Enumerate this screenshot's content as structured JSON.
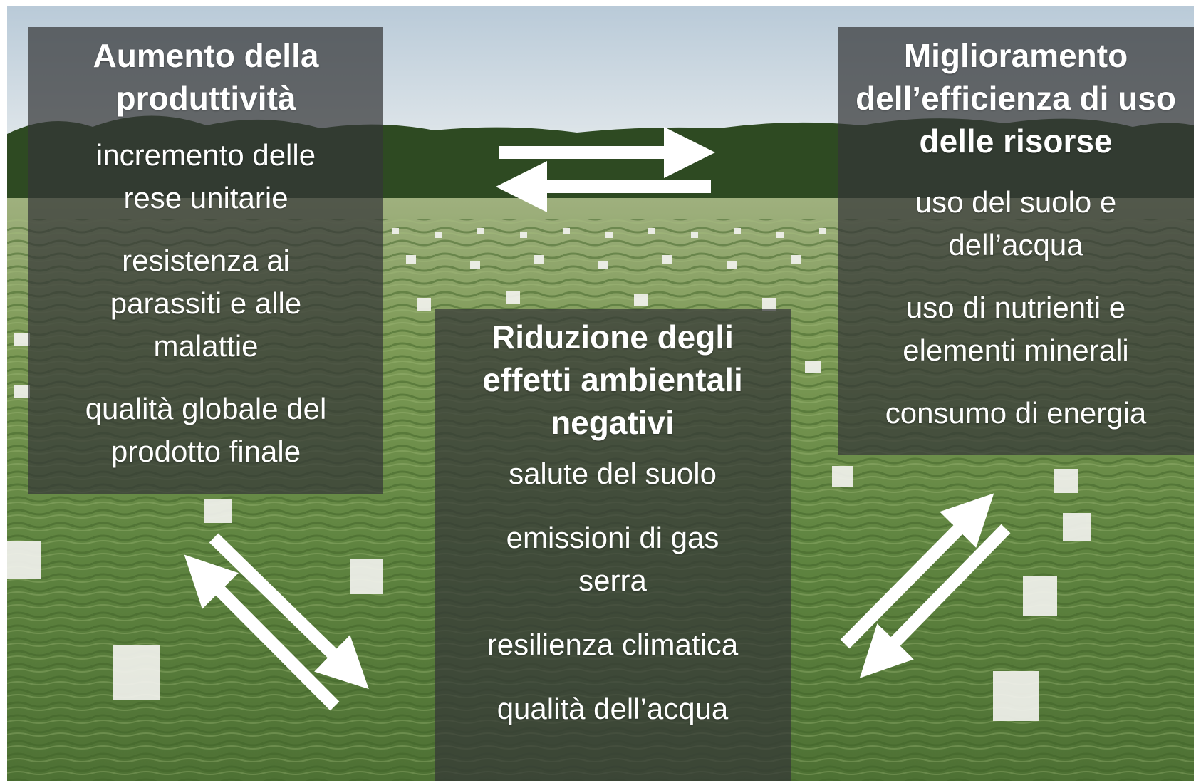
{
  "panels": {
    "productivity": {
      "title": "Aumento della produttività",
      "items": [
        "incremento delle rese unitarie",
        "resistenza ai parassiti e alle malattie",
        "qualità globale del prodotto finale"
      ]
    },
    "efficiency": {
      "title": "Miglioramento dell’efficienza di uso delle risorse",
      "items": [
        "uso del suolo e dell’acqua",
        "uso di nutrienti e elementi minerali",
        "consumo di energia"
      ]
    },
    "environment": {
      "title": "Riduzione degli effetti ambientali negativi",
      "items": [
        "salute del suolo",
        "emissioni di gas serra",
        "resilienza climatica",
        "qualità dell’acqua"
      ]
    }
  },
  "colors": {
    "panel_background": "#343638",
    "text": "#ffffff",
    "arrow": "#ffffff",
    "sky": "#c9d6e0",
    "treeline": "#2f4a24",
    "field": "#6f8f4a"
  },
  "background": {
    "scene": "wheat-field-with-white-pollination-bags"
  }
}
